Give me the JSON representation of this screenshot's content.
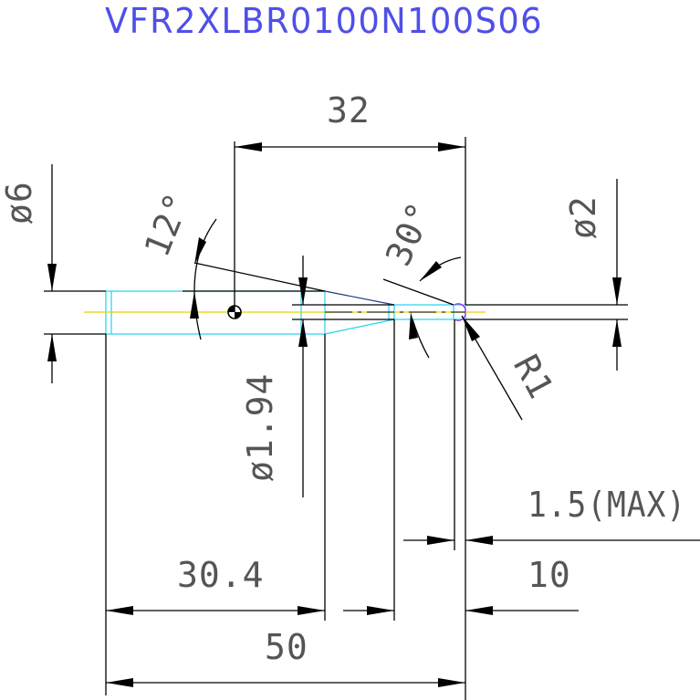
{
  "title": "VFR2XLBR0100N100S06",
  "dimensions": {
    "top_length": "32",
    "shank_dia": "ø6",
    "neck_angle": "12°",
    "tip_angle": "30°",
    "tip_dia": "ø2",
    "corner_radius": "R1",
    "neck_dia": "ø1.94",
    "max_offset": "1.5(MAX)",
    "shank_length": "30.4",
    "flute_length": "10",
    "overall_length": "50"
  },
  "colors": {
    "dimension": "#000000",
    "part_outline": "#22d3ee",
    "centerline": "#e6d200",
    "title": "#4f4fe8",
    "center_mark": "#000000"
  }
}
